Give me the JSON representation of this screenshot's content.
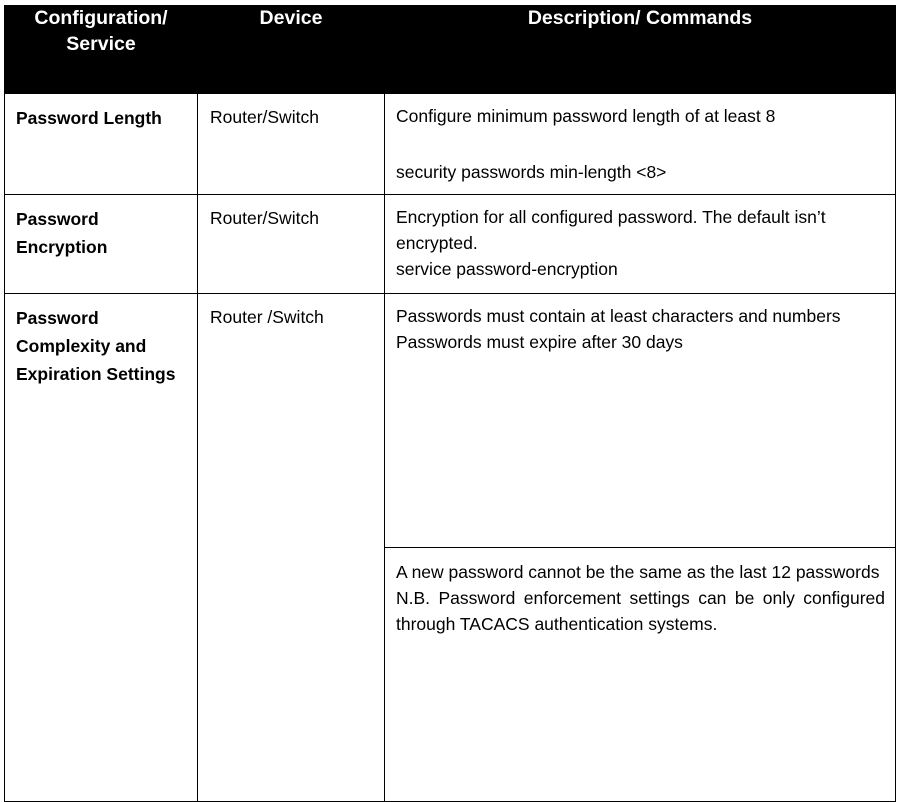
{
  "table": {
    "headers": {
      "service": "Configuration/ Service",
      "service_line1": "Configuration/",
      "service_line2": "Service",
      "device": "Device",
      "description": "Description/ Commands"
    },
    "rows": [
      {
        "service": "Password Length",
        "device": "Router/Switch",
        "description_blocks": [
          "Configure minimum password length of at least 8",
          "security passwords min-length <8>"
        ]
      },
      {
        "service": "Password Encryption",
        "device": "Router/Switch",
        "description_blocks": [
          "Encryption for all configured password. The default isn’t encrypted.",
          "service password-encryption"
        ]
      },
      {
        "service": "Password Complexity and Expiration Settings",
        "device": "Router /Switch",
        "description_blocks_top": [
          "Passwords must contain at least characters and numbers",
          "Passwords must expire after 30 days"
        ],
        "description_blocks_bottom": [
          "A new password cannot be the same as the last 12 passwords",
          "N.B. Password enforcement settings can be only configured through TACACS authentication systems."
        ]
      }
    ]
  },
  "colors": {
    "header_background": "#000000",
    "header_text": "#ffffff",
    "body_text": "#000000",
    "border": "#000000",
    "page_background": "#ffffff"
  }
}
